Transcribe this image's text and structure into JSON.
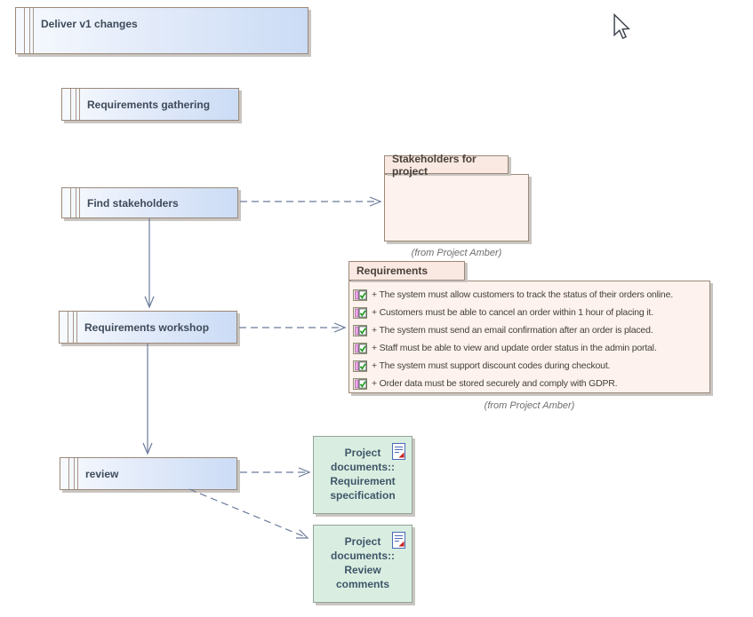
{
  "colors": {
    "activity_fill_start": "#f7fafe",
    "activity_fill_end": "#cbdcf5",
    "activity_border": "#9c8878",
    "package_fill": "#fdf2ed",
    "package_tab_fill": "#f9e9e2",
    "document_fill": "#d9eee0",
    "document_border": "#93a39b",
    "arrow_color": "#6b7b9b",
    "shadow": "#c9c5c1",
    "label_color": "#3e4a5a",
    "note_color": "#6e6e6e",
    "requirement_check_green": "#1f9b1f",
    "requirement_strip_pink": "#f0a8ec"
  },
  "activities": [
    {
      "label": "Deliver v1 changes"
    },
    {
      "label": "Requirements gathering"
    },
    {
      "label": "Find stakeholders"
    },
    {
      "label": "Requirements workshop"
    },
    {
      "label": "review"
    }
  ],
  "packages": [
    {
      "title": "Stakeholders for project",
      "origin": "(from Project Amber)"
    },
    {
      "title": "Requirements",
      "origin": "(from Project Amber)",
      "requirements": [
        "+ The system must allow customers to track the status of their orders online.",
        "+ Customers must be able to cancel an order within 1 hour of placing it.",
        "+ The system must send an email confirmation after an order is placed.",
        "+ Staff must be able to view and update order status in the admin portal.",
        "+ The system must support discount codes during checkout.",
        "+ Order data must be stored securely and comply with GDPR."
      ]
    }
  ],
  "documents": [
    {
      "label": "Project documents:: Requirement specification"
    },
    {
      "label": "Project documents:: Review comments"
    }
  ]
}
